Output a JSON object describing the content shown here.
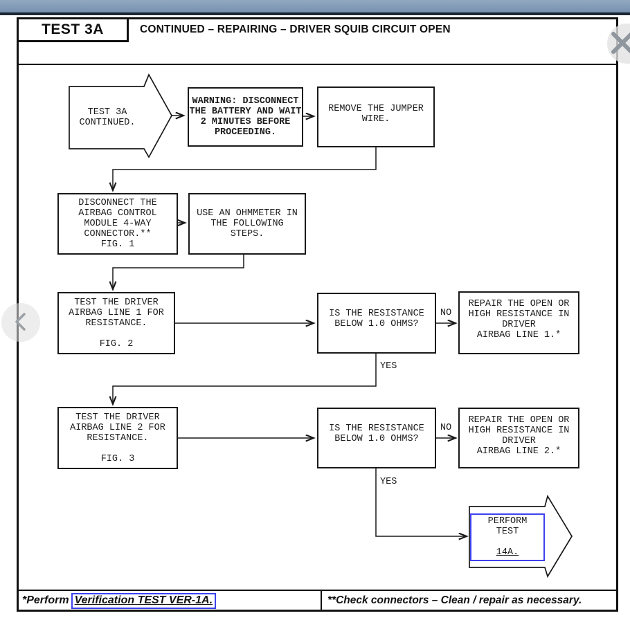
{
  "header": {
    "test_label": "TEST 3A",
    "title": "CONTINUED – REPAIRING – DRIVER SQUIB CIRCUIT OPEN"
  },
  "flowchart": {
    "nodes": {
      "start": "TEST 3A\nCONTINUED.",
      "warning": "WARNING: DISCONNECT\nTHE BATTERY AND WAIT\n2 MINUTES BEFORE\nPROCEEDING.",
      "remove_jumper": "REMOVE THE JUMPER\nWIRE.",
      "disconnect_acm": "DISCONNECT THE\nAIRBAG CONTROL\nMODULE 4-WAY\nCONNECTOR.**\nFIG. 1",
      "use_ohmmeter": "USE AN OHMMETER IN\nTHE FOLLOWING\nSTEPS.",
      "test_line1": "TEST THE DRIVER\nAIRBAG LINE 1 FOR\nRESISTANCE.\n\nFIG. 2",
      "decision1": "IS THE RESISTANCE\nBELOW 1.0 OHMS?",
      "repair_line1": "REPAIR THE OPEN OR\nHIGH RESISTANCE IN\nDRIVER\nAIRBAG LINE 1.*",
      "test_line2": "TEST THE DRIVER\nAIRBAG LINE 2 FOR\nRESISTANCE.\n\nFIG. 3",
      "decision2": "IS THE RESISTANCE\nBELOW 1.0 OHMS?",
      "repair_line2": "REPAIR THE OPEN OR\nHIGH RESISTANCE IN\nDRIVER\nAIRBAG LINE 2.*",
      "perform_test_line1": "PERFORM TEST",
      "perform_test_line2": "14A."
    },
    "labels": {
      "no1": "NO",
      "yes1": "YES",
      "no2": "NO",
      "yes2": "YES"
    }
  },
  "footer": {
    "left_prefix": "*Perform",
    "left_link": "Verification TEST VER-1A.",
    "right": "**Check connectors – Clean / repair as necessary."
  },
  "colors": {
    "topbar": "#7e96b5",
    "topbar_edge": "#1b2734",
    "line": "#191919",
    "link_box": "#3c41ee",
    "chrome_glyph": "#8f969e"
  }
}
